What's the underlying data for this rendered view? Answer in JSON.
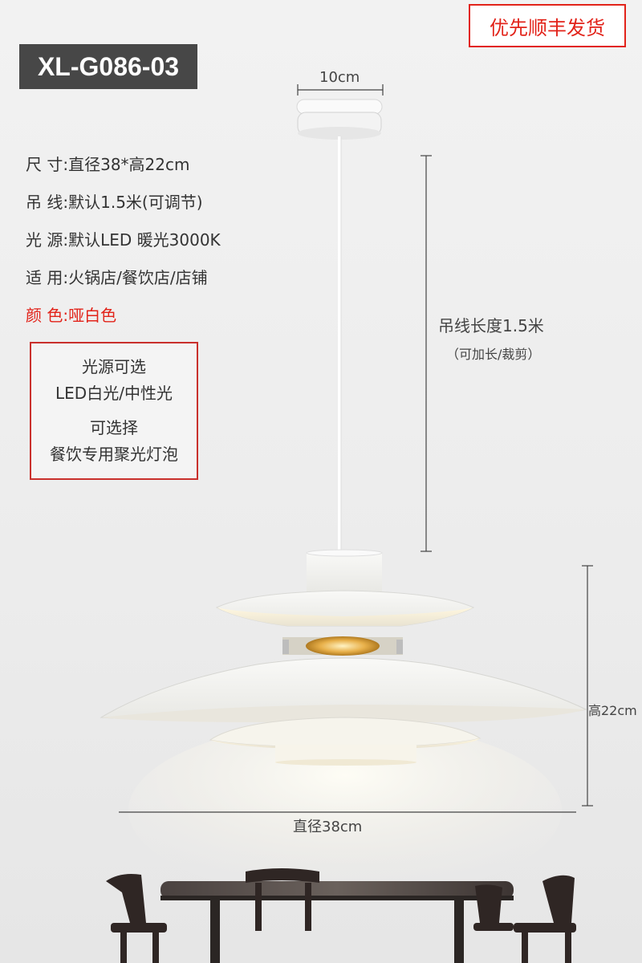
{
  "badges": {
    "model": "XL-G086-03",
    "shipping": "优先顺丰发货"
  },
  "specs": [
    {
      "label": "尺 寸:",
      "value": "直径38*高22cm"
    },
    {
      "label": "吊 线:",
      "value": "默认1.5米(可调节)"
    },
    {
      "label": "光 源:",
      "value": "默认LED 暖光3000K"
    },
    {
      "label": "适 用:",
      "value": "火锅店/餐饮店/店铺"
    },
    {
      "label": "颜 色:",
      "value": "哑白色"
    }
  ],
  "light_options": {
    "line1": "光源可选",
    "line2": "LED白光/中性光",
    "line3": "可选择",
    "line4": "餐饮专用聚光灯泡"
  },
  "dimensions": {
    "canopy_width": "10cm",
    "cord_length": "吊线长度1.5米",
    "cord_note": "（可加长/裁剪）",
    "height": "高22cm",
    "diameter": "直径38cm"
  },
  "colors": {
    "accent_red": "#e2231a",
    "badge_gray": "#474747",
    "lamp_white": "#f5f5f2",
    "table_dark": "#2b2624"
  },
  "icons": [
    "ceiling-canopy",
    "pendant-lamp",
    "dining-table",
    "dining-chair"
  ]
}
